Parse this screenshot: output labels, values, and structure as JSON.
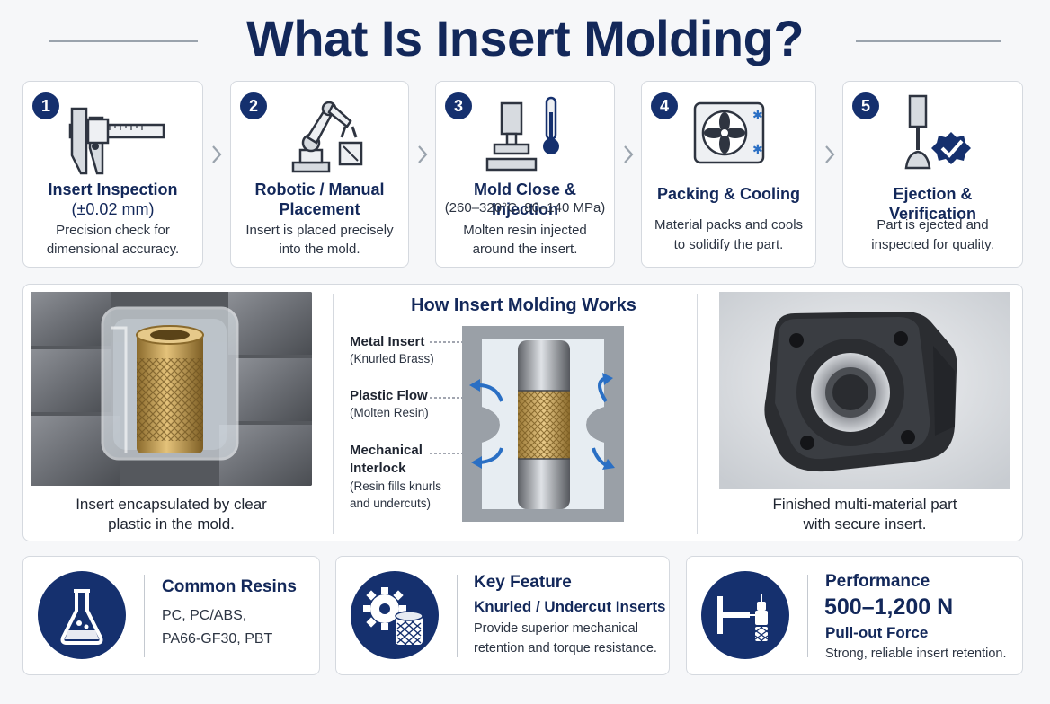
{
  "title": "What Is Insert Molding?",
  "steps": [
    {
      "num": "1",
      "title": "Insert Inspection",
      "subtitle": "(±0.02 mm)",
      "desc1": "Precision check for",
      "desc2": "dimensional accuracy.",
      "icon": "caliper-icon"
    },
    {
      "num": "2",
      "title": "Robotic / Manual",
      "subtitle": "Placement",
      "desc1": "Insert is placed precisely",
      "desc2": "into the mold.",
      "icon": "robot-arm-icon"
    },
    {
      "num": "3",
      "title": "Mold Close & Injection",
      "subtitle": "(260–320°C, 80–140 MPa)",
      "desc1": "Molten resin injected",
      "desc2": "around the insert.",
      "icon": "mold-press-thermometer-icon"
    },
    {
      "num": "4",
      "title": "Packing & Cooling",
      "subtitle": "",
      "desc1": "Material packs and cools",
      "desc2": "to solidify the part.",
      "icon": "cooling-fan-icon"
    },
    {
      "num": "5",
      "title": "Ejection & Verification",
      "subtitle": "",
      "desc1": "Part is ejected and",
      "desc2": "inspected for quality.",
      "icon": "ejection-check-icon"
    }
  ],
  "middle": {
    "left_caption_1": "Insert encapsulated by clear",
    "left_caption_2": "plastic in the mold.",
    "how_title": "How Insert Molding Works",
    "labels": [
      {
        "title": "Metal Insert",
        "sub1": "(Knurled Brass)"
      },
      {
        "title": "Plastic Flow",
        "sub1": "(Molten Resin)"
      },
      {
        "title": "Mechanical",
        "title2": "Interlock",
        "sub1": "(Resin fills knurls",
        "sub2": "and undercuts)"
      }
    ],
    "right_caption_1": "Finished multi-material part",
    "right_caption_2": "with secure insert."
  },
  "features": [
    {
      "icon": "flask-icon",
      "title": "Common Resins",
      "line1": "PC, PC/ABS,",
      "line2": "PA66-GF30, PBT"
    },
    {
      "icon": "gear-knurl-icon",
      "title": "Key Feature",
      "subtitle": "Knurled / Undercut Inserts",
      "line1": "Provide superior mechanical",
      "line2": "retention and torque resistance."
    },
    {
      "icon": "pull-test-icon",
      "title": "Performance",
      "big": "500–1,200 N",
      "subtitle": "Pull-out Force",
      "line1": "Strong, reliable insert retention."
    }
  ],
  "colors": {
    "navy": "#13285a",
    "badge": "#15306e",
    "flow_arrow": "#2a6fc4",
    "brass": "#c9a35a"
  }
}
